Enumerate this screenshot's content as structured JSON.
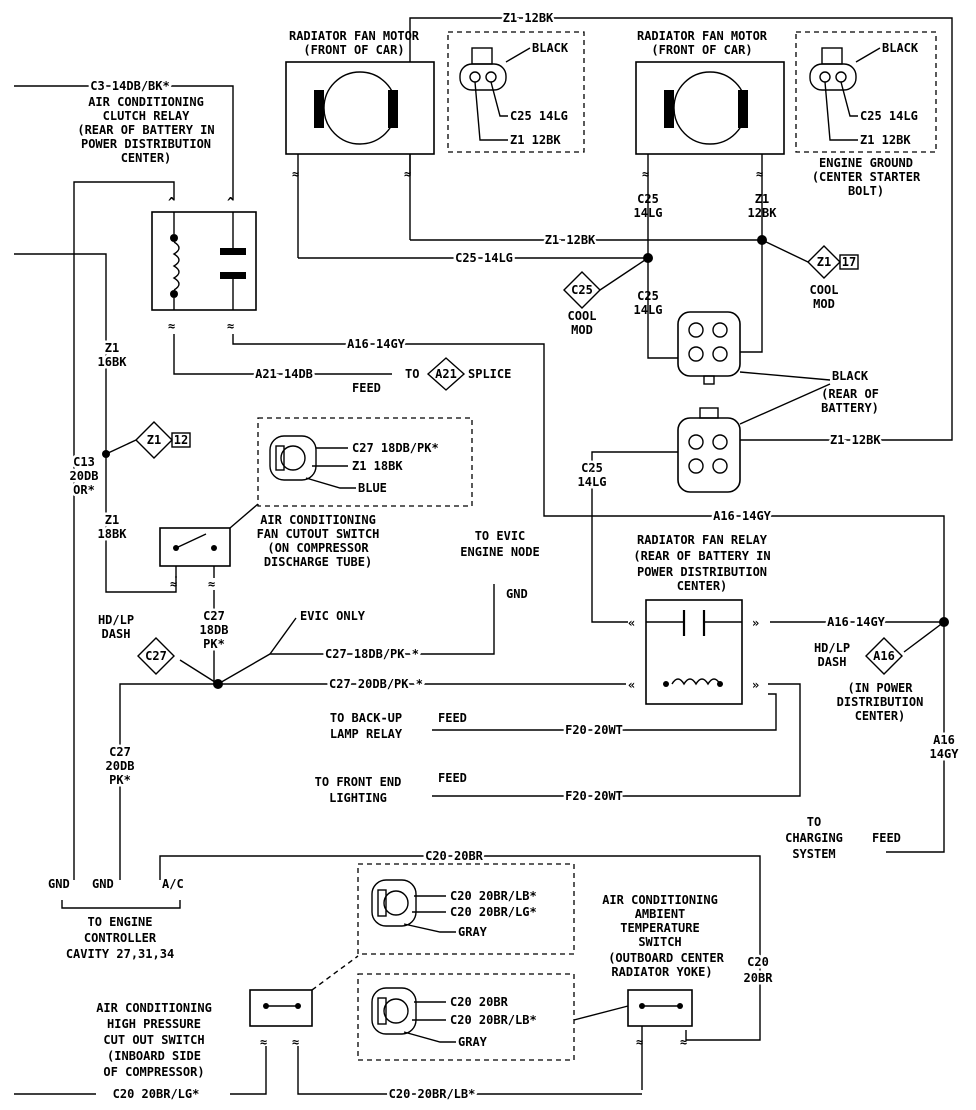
{
  "wires": {
    "z1_12bk": "Z1 12BK",
    "c25_14lg": "C25 14LG",
    "c3_14db_bk": "C3 14DB/BK*",
    "a21_14db": "A21 14DB",
    "a16_14gy": "A16 14GY",
    "c27_18db_pk": "C27 18DB/PK *",
    "c27_20db_pk": "C27 20DB/PK *",
    "f20_20wt": "F20 20WT",
    "c20_20br": "C20 20BR",
    "c20_20br_lb": "C20 20BR/LB*",
    "c20_20br_lg": "C20 20BR/LG*",
    "evic_only": "EVIC ONLY",
    "z1_16bk": [
      "Z1",
      "16BK"
    ],
    "z1_18bk": [
      "Z1",
      "18BK"
    ],
    "c13": [
      "C13",
      "20DB",
      "OR*"
    ],
    "c25_v1": [
      "C25",
      "14LG"
    ],
    "z1_v1": [
      "Z1",
      "12BK"
    ],
    "c25_v2": [
      "C25",
      "14LG"
    ],
    "c25_v3": [
      "C25",
      "14LG"
    ],
    "c27_18db_v": [
      "C27",
      "18DB",
      "PK*"
    ],
    "c27_20db_v": [
      "C27",
      "20DB",
      "PK*"
    ],
    "a16_v": [
      "A16",
      "14GY"
    ],
    "c20_v": [
      "C20",
      "20BR"
    ]
  },
  "components": {
    "fan_motor_1": [
      "RADIATOR FAN MOTOR",
      "(FRONT OF CAR)"
    ],
    "fan_motor_2": [
      "RADIATOR FAN MOTOR",
      "(FRONT OF CAR)"
    ],
    "ac_clutch_relay": [
      "AIR CONDITIONING",
      "CLUTCH RELAY",
      "(REAR OF BATTERY IN",
      "POWER DISTRIBUTION",
      "CENTER)"
    ],
    "engine_ground": [
      "ENGINE GROUND",
      "(CENTER STARTER",
      "BOLT)"
    ],
    "black_connector": [
      "BLACK",
      "(REAR OF",
      "BATTERY)"
    ],
    "ac_fan_cutout_switch": [
      "AIR CONDITIONING",
      "FAN CUTOUT SWITCH",
      "(ON COMPRESSOR",
      "DISCHARGE TUBE)"
    ],
    "to_evic": [
      "TO EVIC",
      "ENGINE NODE"
    ],
    "radiator_fan_relay": [
      "RADIATOR FAN RELAY",
      "(REAR OF BATTERY IN",
      "POWER DISTRIBUTION",
      "CENTER)"
    ],
    "in_pdc": [
      "(IN POWER",
      "DISTRIBUTION",
      "CENTER)"
    ],
    "to_backup_lamp_relay": [
      "TO BACK-UP",
      "LAMP RELAY"
    ],
    "to_front_end_lighting": [
      "TO FRONT END",
      "LIGHTING"
    ],
    "to_charging_system": [
      "TO",
      "CHARGING",
      "SYSTEM"
    ],
    "to_engine_controller": [
      "TO ENGINE",
      "CONTROLLER",
      "CAVITY 27,31,34"
    ],
    "ac_ambient_temp_switch": [
      "AIR CONDITIONING",
      "AMBIENT",
      "TEMPERATURE",
      "SWITCH",
      "(OUTBOARD CENTER",
      "RADIATOR YOKE)"
    ],
    "ac_high_pressure_switch": [
      "AIR CONDITIONING",
      "HIGH PRESSURE",
      "CUT OUT SWITCH",
      "(INBOARD SIDE",
      "OF COMPRESSOR)"
    ]
  },
  "connector_labels": {
    "black": "BLACK",
    "blue": "BLUE",
    "gray": "GRAY",
    "c25": "C25 14LG",
    "z1": "Z1 12BK",
    "c27_18": "C27 18DB/PK*",
    "z1_18": "Z1 18BK",
    "c20_br_lb": "C20 20BR/LB*",
    "c20_br_lg": "C20 20BR/LG*",
    "c20_br": "C20 20BR",
    "c20_br_lb2": "C20 20BR/LB*"
  },
  "misc": {
    "feed": "FEED",
    "to": "TO",
    "splice": "SPLICE",
    "gnd": "GND",
    "ac": "A/C",
    "cool_mod": [
      "COOL",
      "MOD"
    ],
    "hd_lp_dash": [
      "HD/LP",
      "DASH"
    ]
  },
  "diamonds": {
    "z1": "Z1",
    "z1_num": "17",
    "z1b_num": "12",
    "c25": "C25",
    "a21": "A21",
    "c27": "C27",
    "a16": "A16"
  }
}
